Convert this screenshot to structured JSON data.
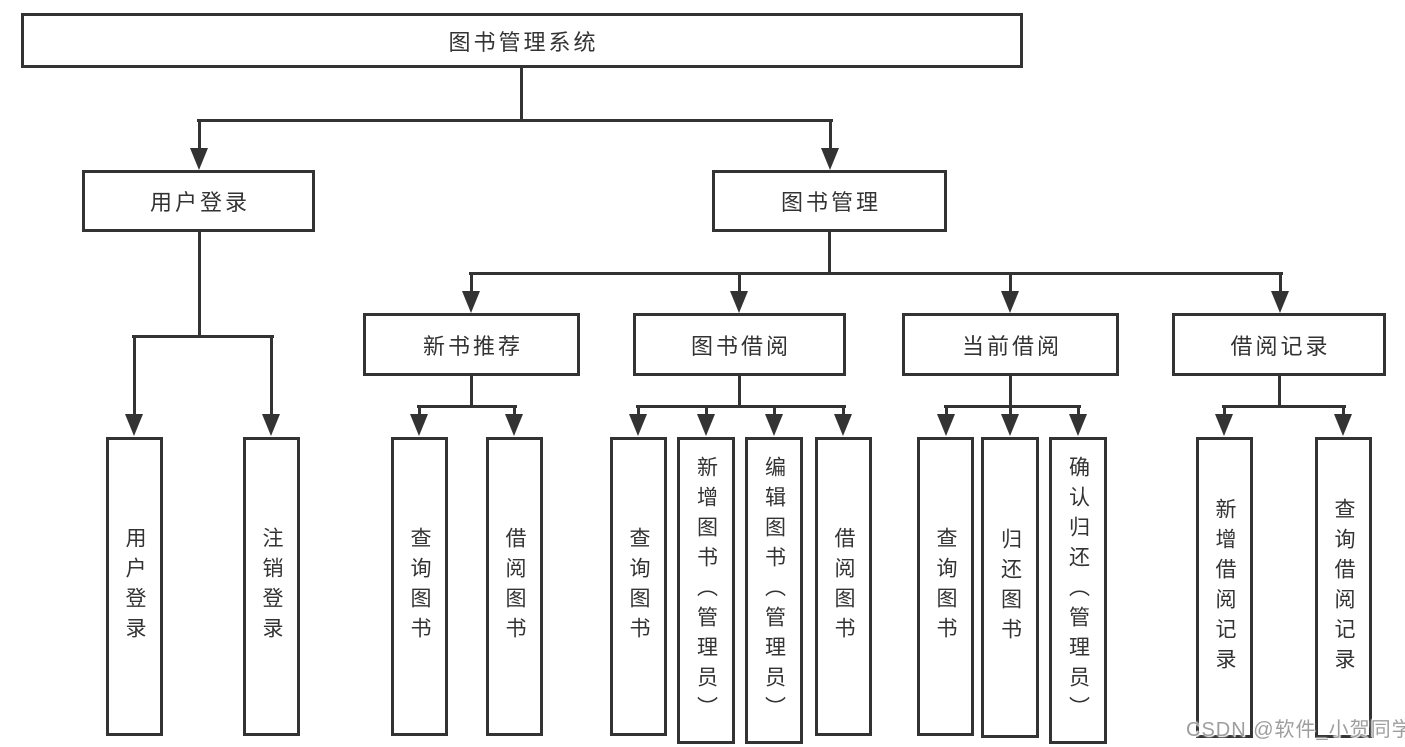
{
  "diagram": {
    "tree": {
      "label": "图书管理系统",
      "children": [
        {
          "label": "用户登录",
          "children": [
            {
              "label": "用户登录"
            },
            {
              "label": "注销登录"
            }
          ]
        },
        {
          "label": "图书管理",
          "children": [
            {
              "label": "新书推荐",
              "children": [
                {
                  "label": "查询图书"
                },
                {
                  "label": "借阅图书"
                }
              ]
            },
            {
              "label": "图书借阅",
              "children": [
                {
                  "label": "查询图书"
                },
                {
                  "label": "新增图书（管理员）"
                },
                {
                  "label": "编辑图书（管理员）"
                },
                {
                  "label": "借阅图书"
                }
              ]
            },
            {
              "label": "当前借阅",
              "children": [
                {
                  "label": "查询图书"
                },
                {
                  "label": "归还图书"
                },
                {
                  "label": "确认归还（管理员）"
                }
              ]
            },
            {
              "label": "借阅记录",
              "children": [
                {
                  "label": "新增借阅记录"
                },
                {
                  "label": "查询借阅记录"
                }
              ]
            }
          ]
        }
      ]
    },
    "colors": {
      "line": "#333333",
      "text": "#333333",
      "background": "#ffffff",
      "watermark": "#9e9e9e"
    }
  },
  "watermark": {
    "text": "CSDN @软件_小贺同学"
  }
}
